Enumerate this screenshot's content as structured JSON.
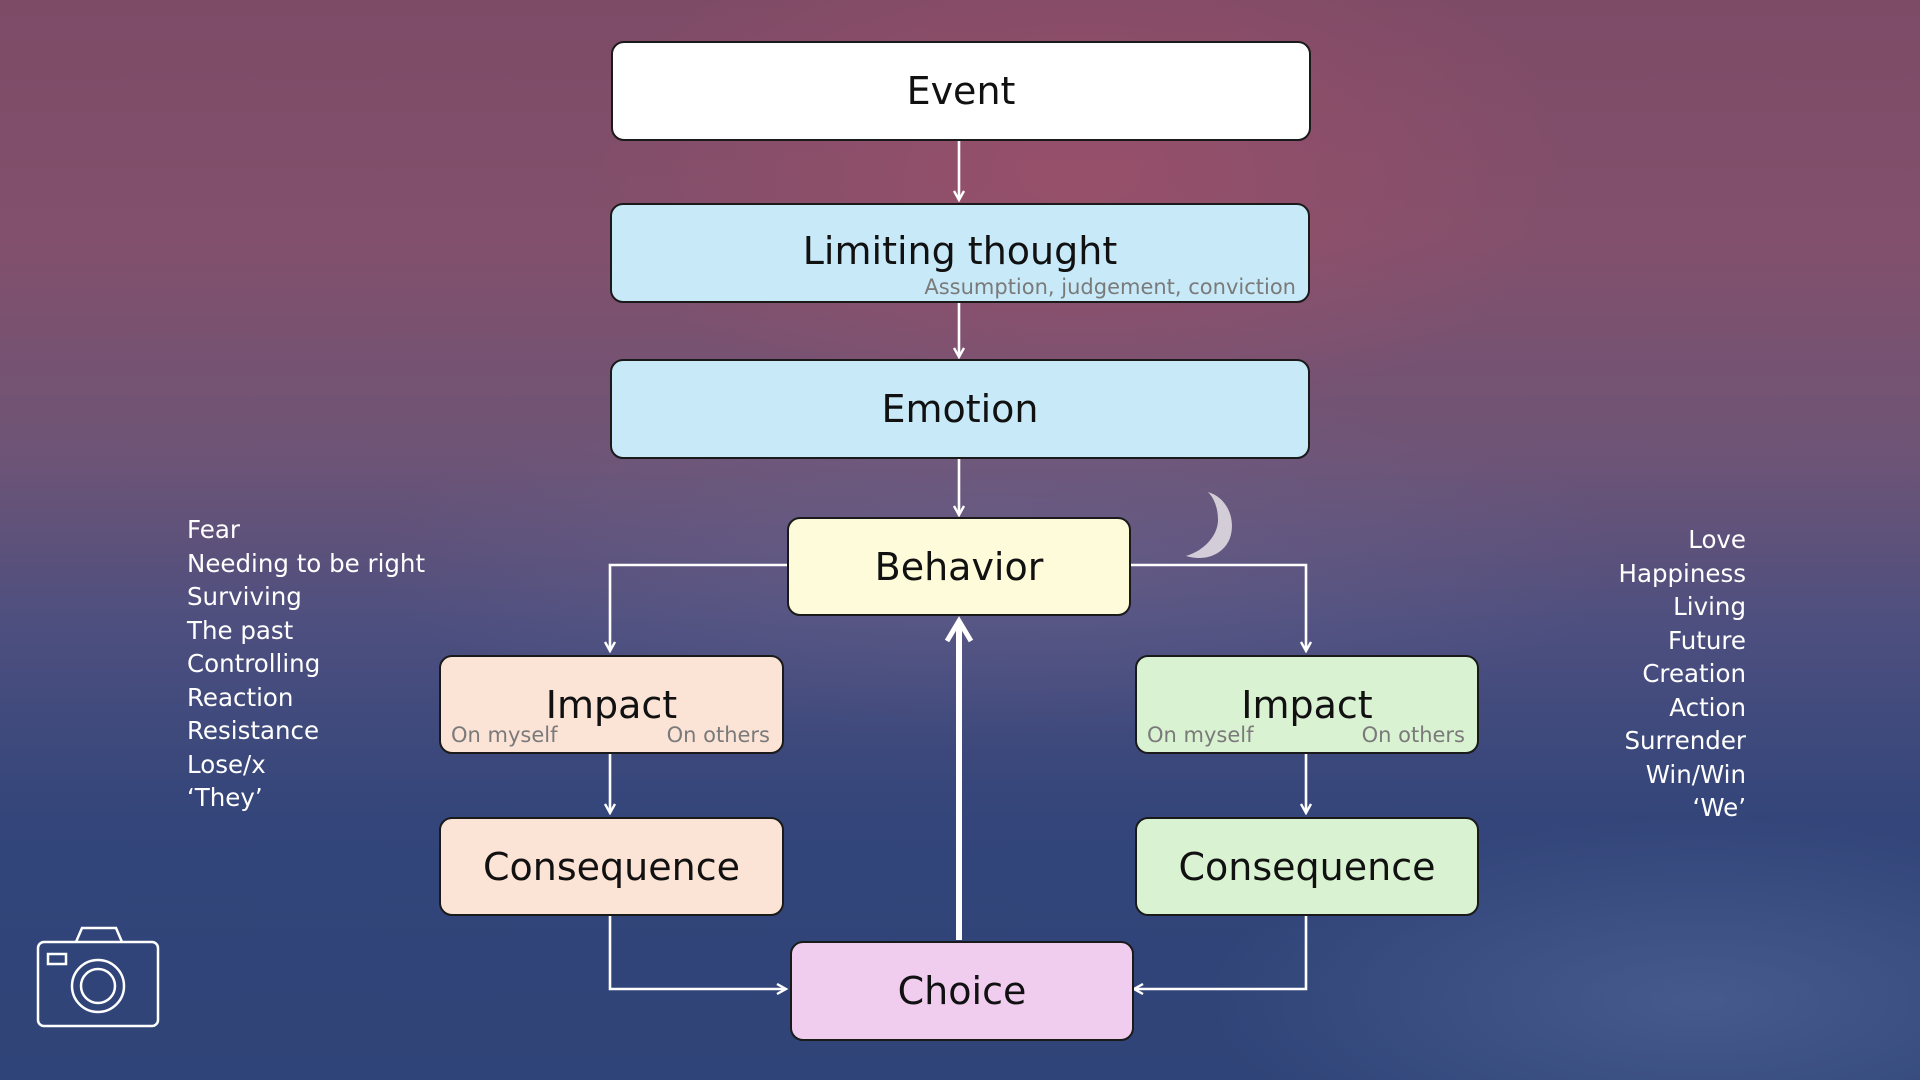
{
  "colors": {
    "event": "#ffffff",
    "blue": "#c8eaf8",
    "yellow": "#fdfbd9",
    "peach": "#fbe3d6",
    "green": "#d9f2d1",
    "purple": "#f0cdee",
    "arrow": "#ffffff",
    "text_light": "#ffffff"
  },
  "nodes": {
    "event": {
      "title": "Event"
    },
    "limiting_thought": {
      "title": "Limiting thought",
      "subtitle": "Assumption, judgement, conviction"
    },
    "emotion": {
      "title": "Emotion"
    },
    "behavior": {
      "title": "Behavior"
    },
    "impact_left": {
      "title": "Impact",
      "left_note": "On myself",
      "right_note": "On others"
    },
    "impact_right": {
      "title": "Impact",
      "left_note": "On myself",
      "right_note": "On others"
    },
    "consequence_left": {
      "title": "Consequence"
    },
    "consequence_right": {
      "title": "Consequence"
    },
    "choice": {
      "title": "Choice"
    }
  },
  "left_list": [
    "Fear",
    "Needing to be right",
    "Surviving",
    "The past",
    "Controlling",
    "Reaction",
    "Resistance",
    "Lose/x",
    "‘They’"
  ],
  "right_list": [
    "Love",
    "Happiness",
    "Living",
    "Future",
    "Creation",
    "Action",
    "Surrender",
    "Win/Win",
    "‘We’"
  ],
  "icons": {
    "moon": "crescent-moon-icon",
    "camera": "camera-icon"
  }
}
